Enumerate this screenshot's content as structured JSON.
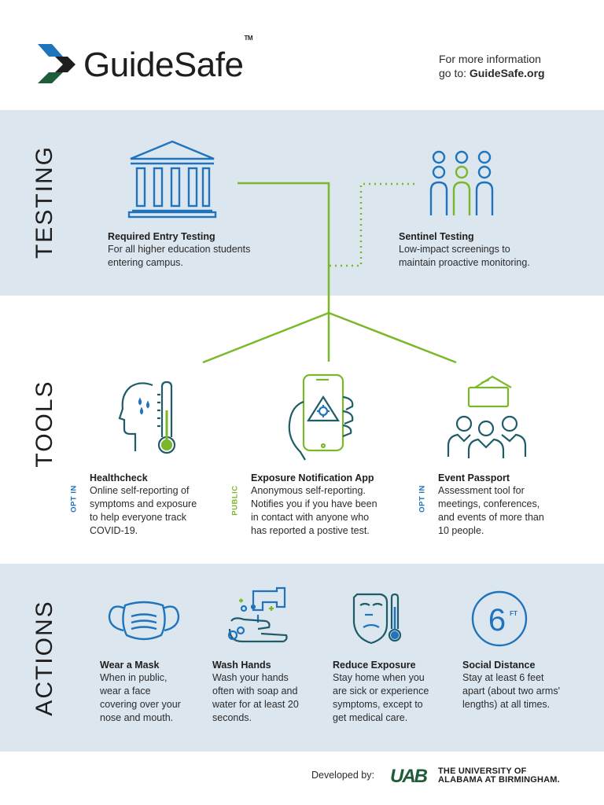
{
  "header": {
    "brand": "GuideSafe",
    "trademark": "TM",
    "more_info_line1": "For more information",
    "more_info_prefix": "go to: ",
    "more_info_link": "GuideSafe.org"
  },
  "sections": {
    "testing": "TESTING",
    "tools": "TOOLS",
    "actions": "ACTIONS"
  },
  "testing": [
    {
      "icon": "building-icon",
      "title": "Required Entry Testing",
      "desc_lines": [
        "For all higher education students",
        "entering campus."
      ]
    },
    {
      "icon": "people-group-icon",
      "title": "Sentinel Testing",
      "desc_lines": [
        "Low-impact screenings to",
        "maintain proactive monitoring."
      ]
    }
  ],
  "tools": [
    {
      "icon": "head-thermometer-icon",
      "tag": "OPT IN",
      "title": "Healthcheck",
      "desc_lines": [
        "Online self-reporting of",
        "symptoms and exposure",
        "to help everyone track",
        "COVID-19."
      ]
    },
    {
      "icon": "phone-alert-icon",
      "tag": "PUBLIC",
      "title": "Exposure Notification App",
      "desc_lines": [
        "Anonymous self-reporting.",
        "Notifies you if you have been",
        "in contact with anyone who",
        "has reported a postive test."
      ]
    },
    {
      "icon": "ticket-crowd-icon",
      "tag": "OPT IN",
      "title": "Event Passport",
      "desc_lines": [
        "Assessment tool for",
        "meetings, conferences,",
        "and events of more than",
        "10 people."
      ]
    }
  ],
  "actions": [
    {
      "icon": "mask-icon",
      "title": "Wear a Mask",
      "desc_lines": [
        "When in public,",
        "wear a face",
        "covering over your",
        "nose and mouth."
      ]
    },
    {
      "icon": "wash-hands-icon",
      "title": "Wash Hands",
      "desc_lines": [
        "Wash your hands",
        "often with soap and",
        "water for at least 20",
        "seconds."
      ]
    },
    {
      "icon": "sick-face-icon",
      "title": "Reduce Exposure",
      "desc_lines": [
        "Stay home when you",
        "are sick or experience",
        "symptoms, except to",
        "get medical care."
      ]
    },
    {
      "icon": "six-feet-icon",
      "title": "Social Distance",
      "desc_lines": [
        "Stay at least 6 feet",
        "apart (about two arms'",
        "lengths) at all times."
      ]
    }
  ],
  "social_distance_icon": {
    "number": "6",
    "unit": "FT"
  },
  "footer": {
    "developed_by": "Developed by:",
    "uab_mark": "UAB",
    "uab_line1": "THE UNIVERSITY OF",
    "uab_line2": "ALABAMA AT BIRMINGHAM."
  },
  "colors": {
    "blue": "#1f74bd",
    "green": "#7ab829",
    "dark_green": "#1f5c3a",
    "band": "#dce6ee",
    "text": "#2b2b2b"
  }
}
